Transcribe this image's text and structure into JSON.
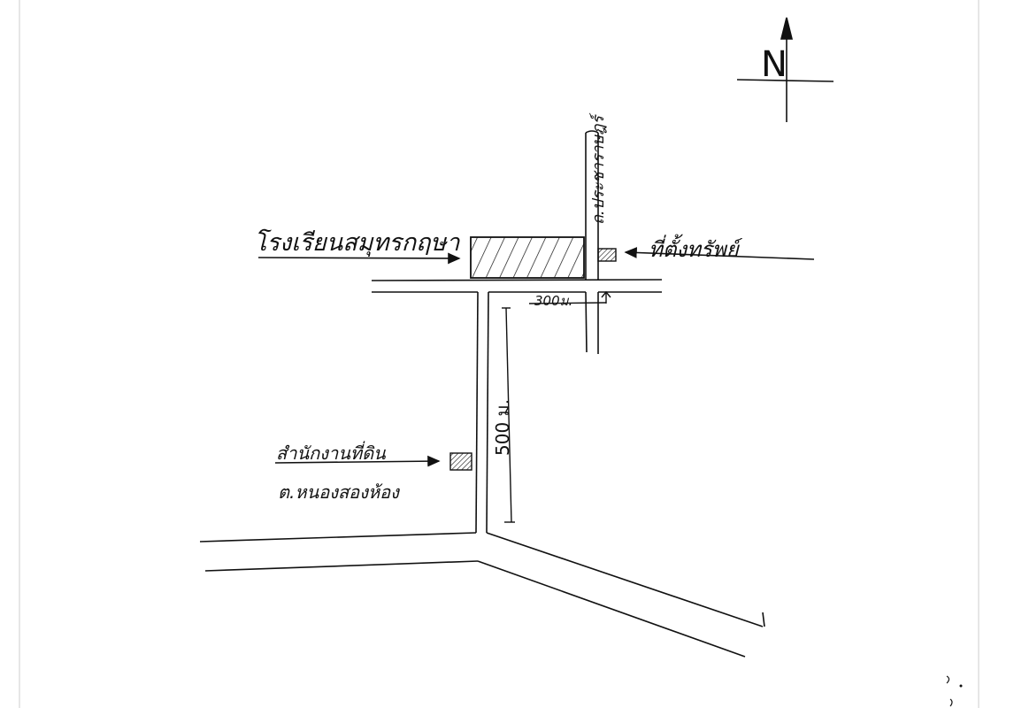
{
  "map": {
    "north_label": "N",
    "labels": {
      "school": "โรงเรียนสมุทรกฤษา",
      "property": "ที่ตั้งทรัพย์",
      "land_office_line1": "สำนักงานที่ดิน",
      "land_office_line2": "ต.หนองสองห้อง",
      "road_name": "ถ.ประชาราษฎร์",
      "distance_short": "300ม.",
      "distance_long": "500 ม."
    },
    "colors": {
      "ink": "#111111",
      "paper": "#ffffff"
    }
  }
}
